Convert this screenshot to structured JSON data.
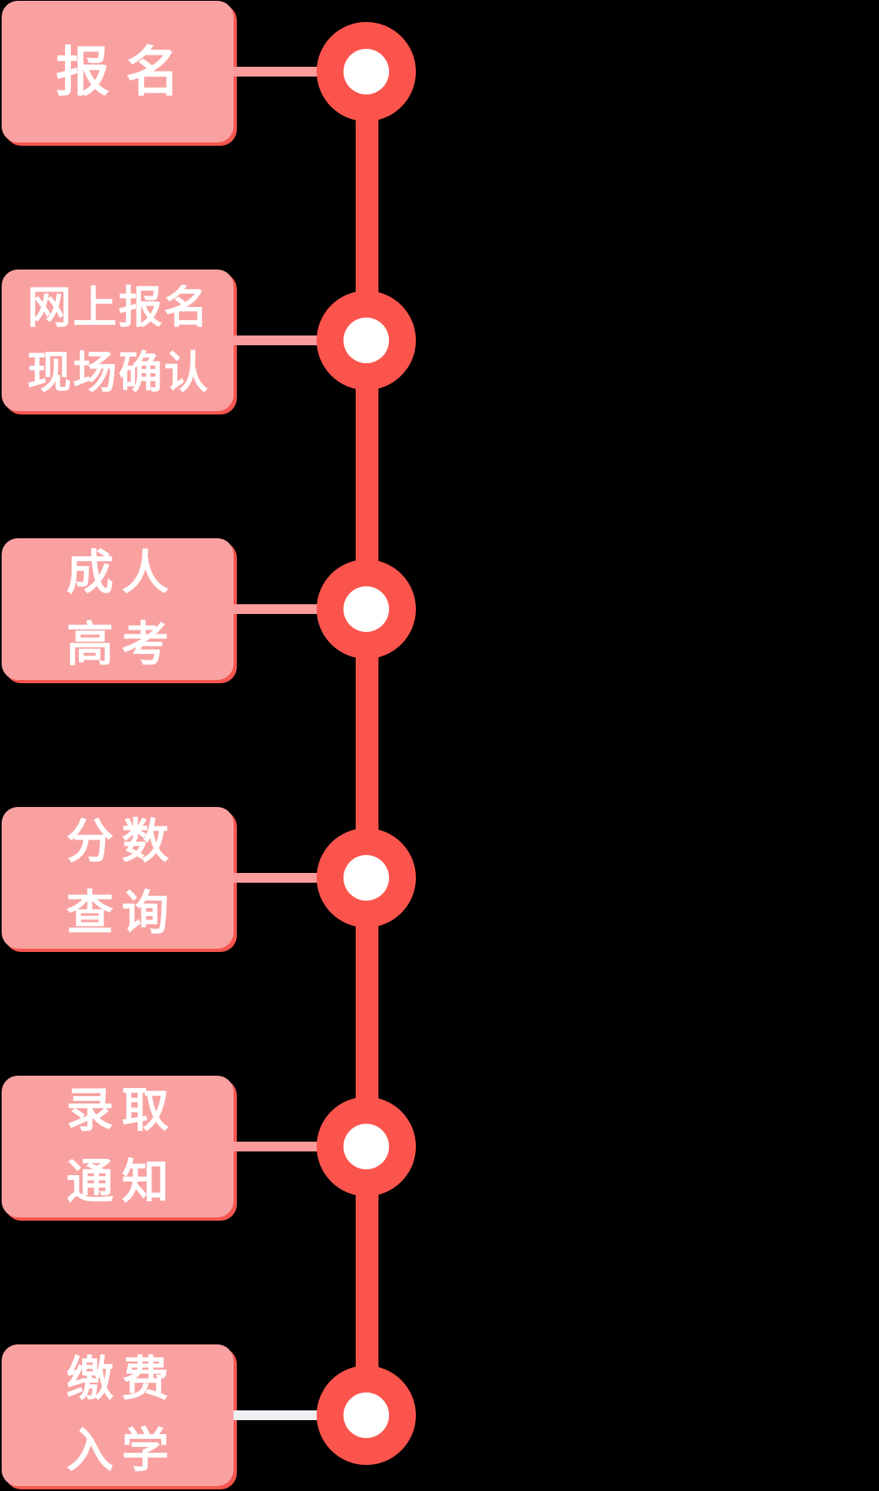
{
  "colors": {
    "background": "#000000",
    "box_fill": "#f9a1a1",
    "box_shadow": "#f6564f",
    "text": "#ffffff",
    "timeline_red": "#fb544c",
    "connector_pink": "#fb9b9b",
    "connector_light": "#efeef3",
    "node_center": "#ffffff"
  },
  "timeline": {
    "steps": [
      {
        "lines": [
          "报名"
        ]
      },
      {
        "lines": [
          "网上报名",
          "现场确认"
        ]
      },
      {
        "lines": [
          "成人",
          "高考"
        ]
      },
      {
        "lines": [
          "分数",
          "查询"
        ]
      },
      {
        "lines": [
          "录取",
          "通知"
        ]
      },
      {
        "lines": [
          "缴费",
          "入学"
        ]
      }
    ]
  }
}
